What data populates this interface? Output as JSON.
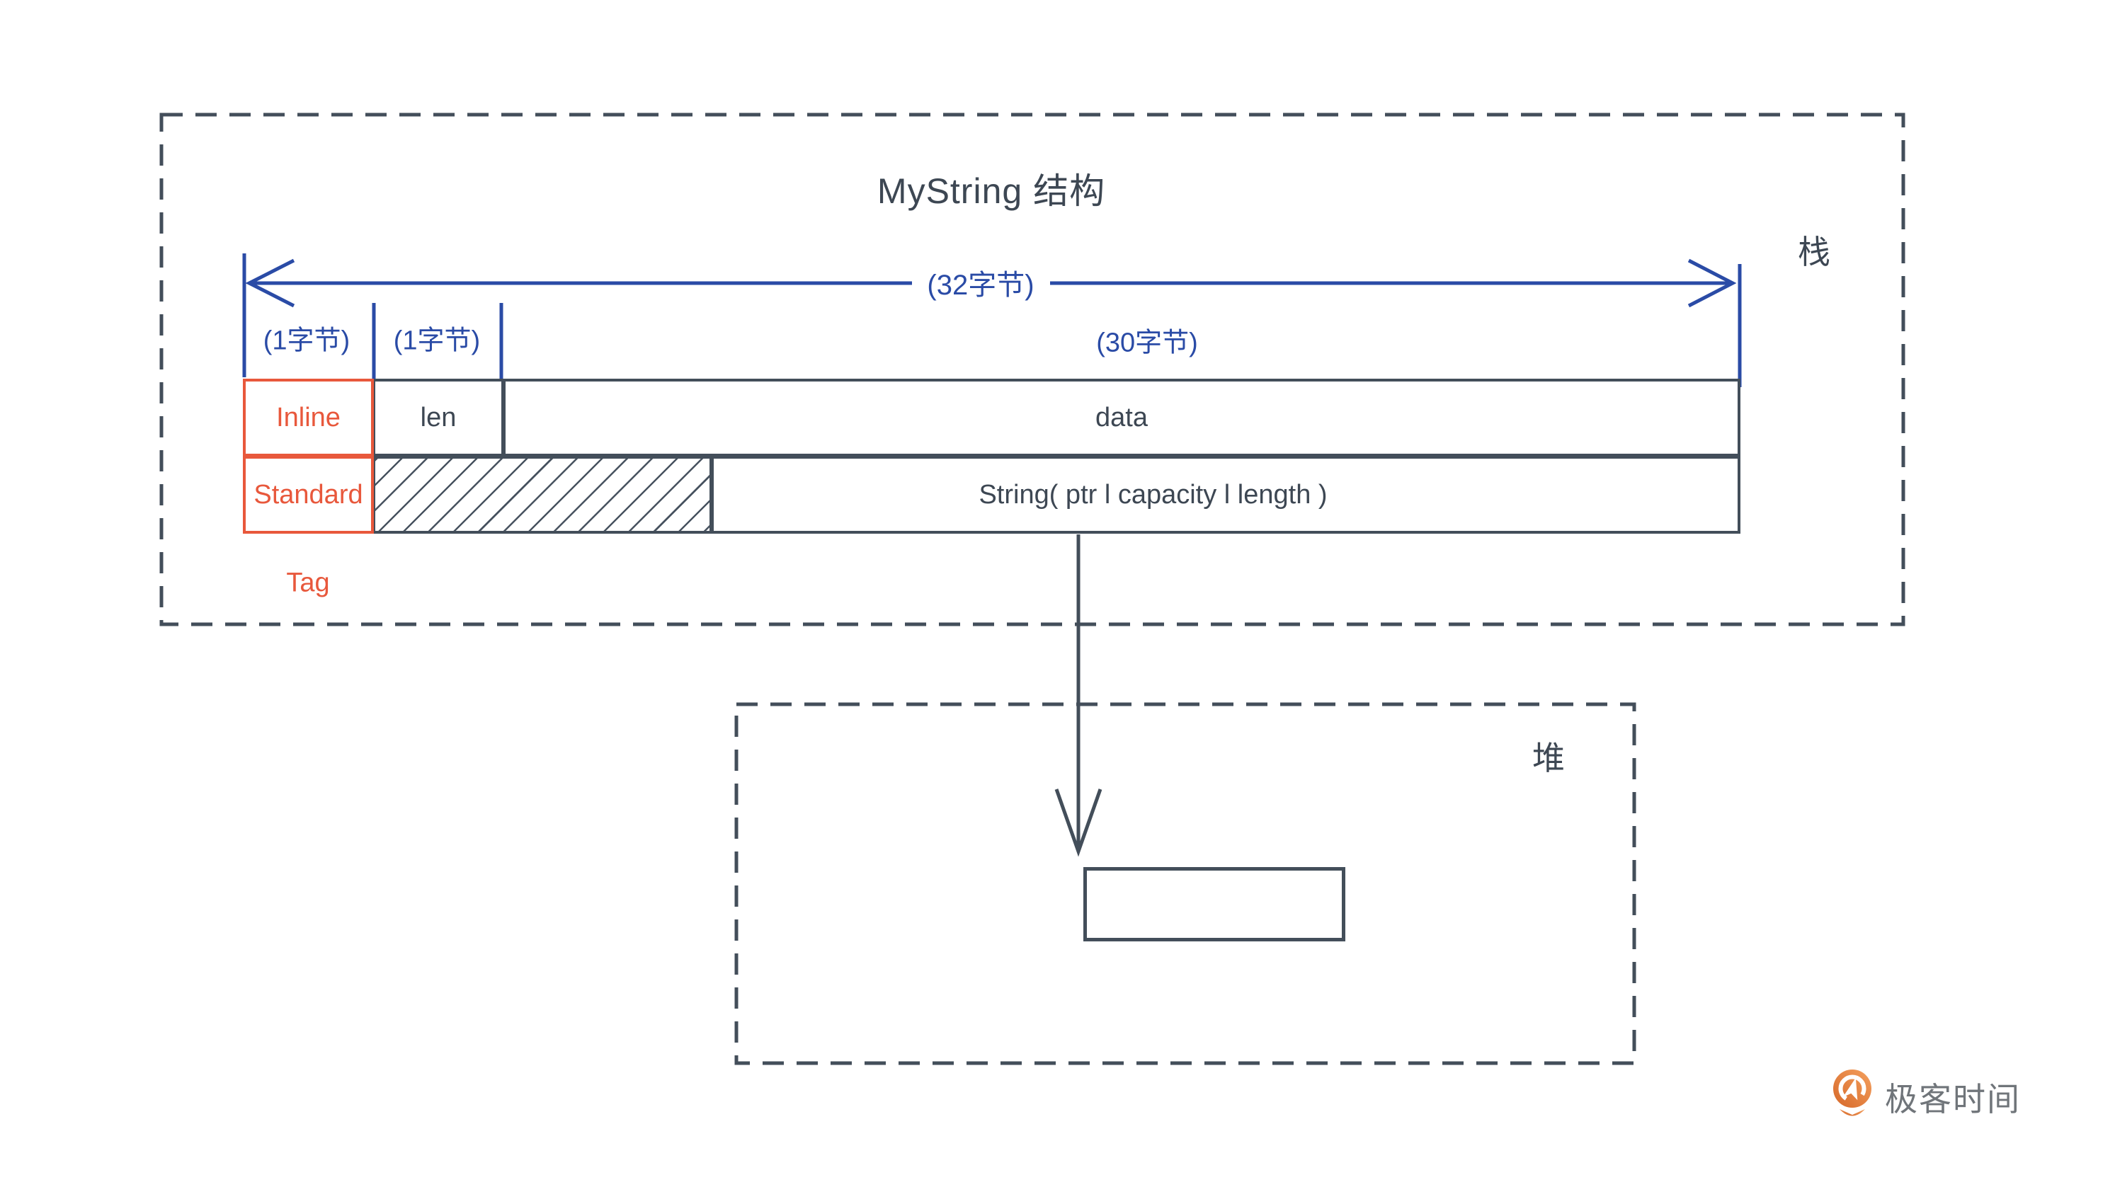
{
  "diagram": {
    "title": "MyString 结构",
    "stack_zone_label": "栈",
    "heap_zone_label": "堆",
    "measure": {
      "total_bytes": "(32字节)",
      "byte1_left": "(1字节)",
      "byte1_right": "(1字节)",
      "byte30": "(30字节)"
    },
    "cells": {
      "inline_label": "Inline",
      "standard_label": "Standard",
      "len_label": "len",
      "data_label": "data",
      "string_label": "String( ptr l capacity l length )",
      "tag_label": "Tag"
    },
    "colors": {
      "blue": "#2a4ba6",
      "accent": "#e8583c",
      "slate": "#434e5a",
      "slate_text": "#3d4753",
      "logo_text": "#70757a",
      "logo_orange": "#e07b3a"
    }
  },
  "footer": {
    "brand": "极客时间"
  }
}
